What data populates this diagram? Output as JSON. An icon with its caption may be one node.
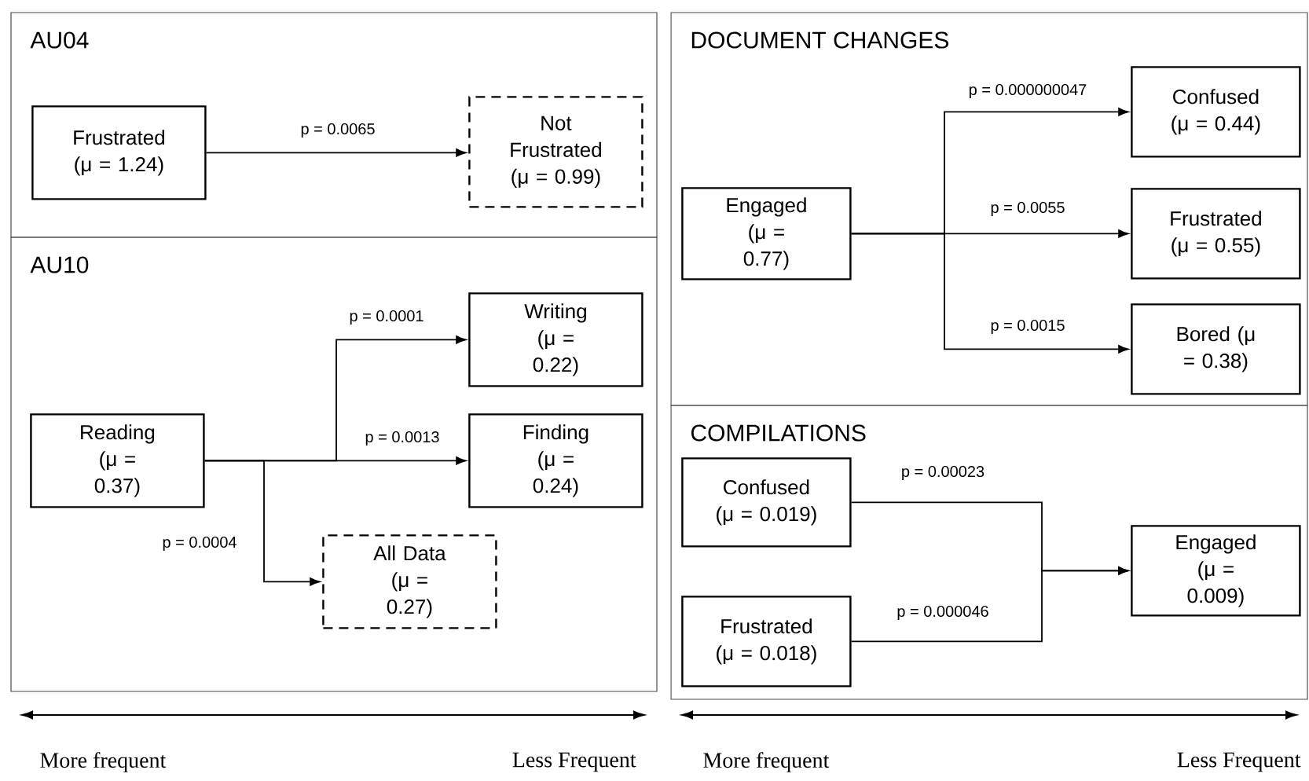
{
  "diagram": {
    "nodes": [
      {
        "text": [
          "AU04"
        ]
      },
      {
        "text": [
          "Frustrated (μ = 1.24)"
        ],
        "in": 0
      },
      {
        "text": [
          "Not Frustrated (μ = 0.99)"
        ],
        "in": 0
      },
      {
        "text": [
          "AU10"
        ]
      },
      {
        "text": [
          "Reading (μ = 0.37)"
        ],
        "in": 3
      },
      {
        "text": [
          "Writing (μ = 0.22)"
        ],
        "in": 3
      },
      {
        "text": [
          "Finding (μ = 0.24)"
        ],
        "in": 3
      },
      {
        "text": [
          "All Data (μ = 0.27)"
        ],
        "in": 3
      },
      {
        "text": [
          "DOCUMENT CHANGES"
        ]
      },
      {
        "text": [
          "Engaged (μ = 0.77)"
        ],
        "in": 8
      },
      {
        "text": [
          "Confused (μ = 0.44)"
        ],
        "in": 8
      },
      {
        "text": [
          "Frustrated (μ = 0.55)"
        ],
        "in": 8
      },
      {
        "text": [
          "Bored (μ = 0.38)"
        ],
        "in": 8
      },
      {
        "text": [
          "COMPILATIONS"
        ]
      },
      {
        "text": [
          "Confused (μ = 0.019)"
        ],
        "in": 13
      },
      {
        "text": [
          "Frustrated (μ = 0.018)"
        ],
        "in": 13
      },
      {
        "text": [
          "Engaged (μ = 0.009)"
        ],
        "in": 13
      }
    ],
    "edges": [
      {
        "from": 1,
        "to": 2,
        "arrow": "to",
        "label": "p = 0.0065"
      },
      {
        "from": 4,
        "to": 5,
        "arrow": "to",
        "label": "p = 0.0001"
      },
      {
        "from": 4,
        "to": 6,
        "arrow": "to",
        "label": "p = 0.0013"
      },
      {
        "from": 4,
        "to": 7,
        "arrow": "to",
        "label": "p = 0.0004"
      },
      {
        "from": 9,
        "to": 10,
        "arrow": "to",
        "label": "p = 0.000000047"
      },
      {
        "from": 9,
        "to": 11,
        "arrow": "to",
        "label": "p = 0.0055"
      },
      {
        "from": 9,
        "to": 12,
        "arrow": "to",
        "label": "p = 0.0015"
      },
      {
        "from": 14,
        "to": 16,
        "arrow": "to",
        "label": "p = 0.00023"
      },
      {
        "from": 15,
        "to": 16,
        "arrow": "to",
        "label": "p = 0.000046"
      }
    ],
    "labels": [
      "More frequent",
      "Less Frequent",
      "More frequent",
      "Less Frequent"
    ]
  }
}
